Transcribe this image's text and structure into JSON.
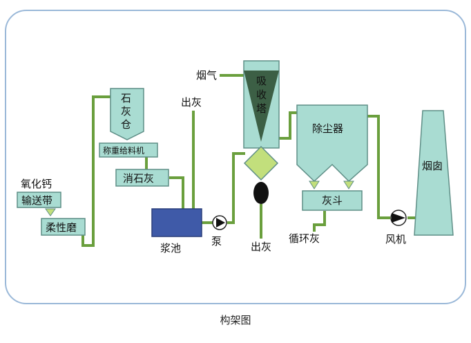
{
  "labels": {
    "cao": "氧化钙",
    "conveyor": "输送带",
    "mill": "柔性磨",
    "silo_l1": "石",
    "silo_l2": "灰",
    "silo_l3": "仓",
    "feeder": "称重给料机",
    "slaker": "消石灰",
    "ash_out_top": "出灰",
    "slurry_pool": "浆池",
    "pump": "泵",
    "flue_gas": "烟气",
    "tower_l1": "吸",
    "tower_l2": "收",
    "tower_l3": "塔",
    "ash_out_bottom": "出灰",
    "dust_collector": "除尘器",
    "ash_hopper": "灰斗",
    "recycle_ash": "循环灰",
    "fan": "风机",
    "chimney": "烟囱"
  },
  "caption": "构架图",
  "colors": {
    "pipe": "#6a9f3d",
    "box": "#a9dcd2",
    "box_stroke": "#5e8e86",
    "pool": "#3f5aa8",
    "tower_dark": "#3c5f45",
    "diamond": "#c2df7c",
    "frame": "#9ab8d8"
  }
}
